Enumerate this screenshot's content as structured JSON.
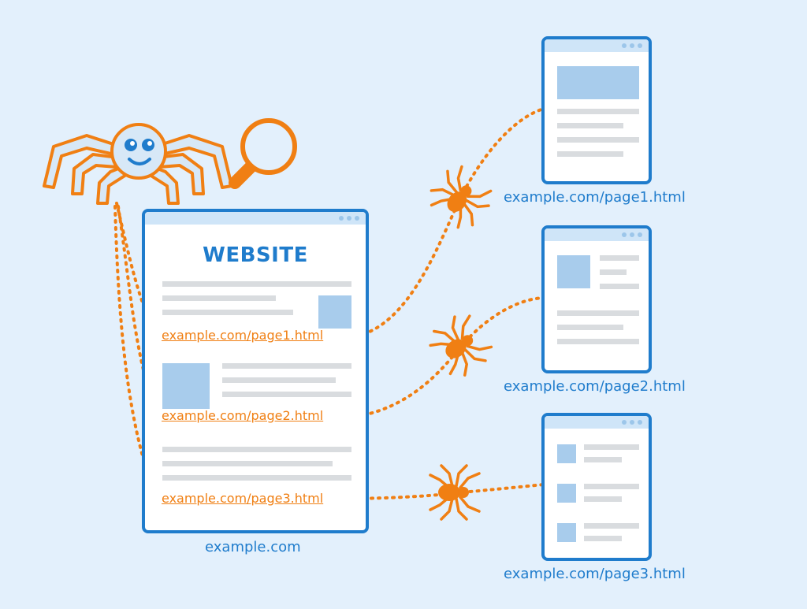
{
  "main_site": {
    "title": "WEBSITE",
    "caption": "example.com",
    "links": [
      "example.com/page1.html",
      "example.com/page2.html",
      "example.com/page3.html"
    ]
  },
  "pages": [
    {
      "caption": "example.com/page1.html"
    },
    {
      "caption": "example.com/page2.html"
    },
    {
      "caption": "example.com/page3.html"
    }
  ],
  "colors": {
    "accent": "#f07f13",
    "brand": "#1f7ccc",
    "background": "#e3f0fc",
    "placeholder_image": "#a8ccec",
    "placeholder_text": "#d9dcdf"
  },
  "icons": [
    "crawler-spider-icon",
    "magnifier-icon",
    "small-spider-icon"
  ]
}
